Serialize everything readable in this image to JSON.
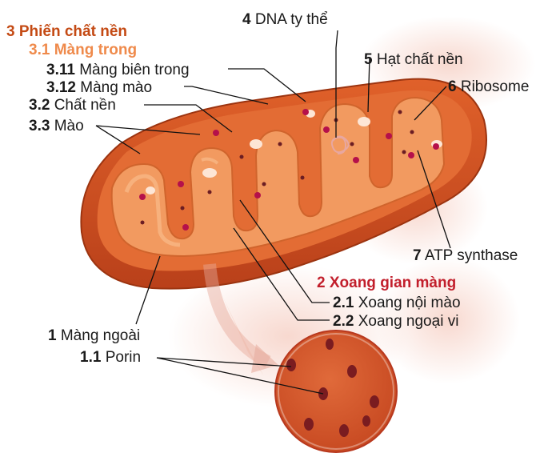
{
  "labels": {
    "l3": {
      "num": "3",
      "text": "Phiến chất nền"
    },
    "l31": {
      "num": "3.1",
      "text": "Màng trong"
    },
    "l311": {
      "num": "3.11",
      "text": "Màng biên trong"
    },
    "l312": {
      "num": "3.12",
      "text": "Màng mào"
    },
    "l32": {
      "num": "3.2",
      "text": "Chất nền"
    },
    "l33": {
      "num": "3.3",
      "text": "Mào"
    },
    "l4": {
      "num": "4",
      "text": "DNA ty thể"
    },
    "l5": {
      "num": "5",
      "text": "Hạt chất nền"
    },
    "l6": {
      "num": "6",
      "text": "Ribosome"
    },
    "l7": {
      "num": "7",
      "text": "ATP synthase"
    },
    "l2": {
      "num": "2",
      "text": "Xoang gian màng"
    },
    "l21": {
      "num": "2.1",
      "text": "Xoang nội mào"
    },
    "l22": {
      "num": "2.2",
      "text": "Xoang ngoại vi"
    },
    "l1": {
      "num": "1",
      "text": "Màng ngoài"
    },
    "l11": {
      "num": "1.1",
      "text": "Porin"
    }
  },
  "colors": {
    "outer_membrane": "#d4521c",
    "outer_membrane_dark": "#a93a12",
    "intermembrane": "#e8703a",
    "matrix": "#f5a56e",
    "cristae": "#f8b684",
    "porin_zoom": "#d45a2e",
    "ribosome": "#6b1d23",
    "atp_synthase": "#b5104a",
    "granule": "#fde6d6"
  }
}
